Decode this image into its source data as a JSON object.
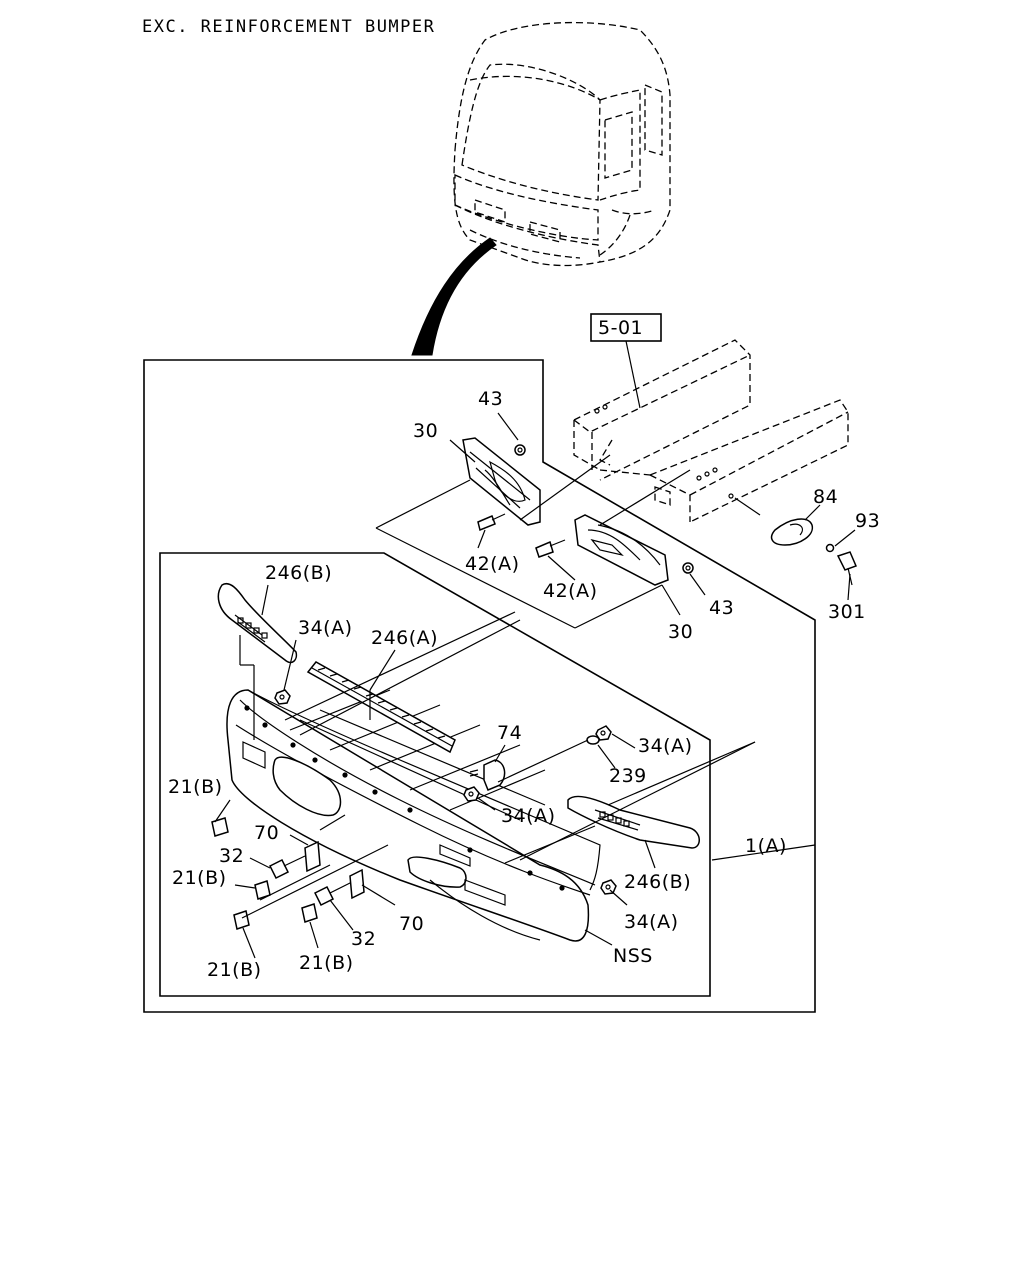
{
  "header": {
    "title": "EXC. REINFORCEMENT  BUMPER"
  },
  "ref_box": {
    "label": "5-01"
  },
  "callouts": {
    "c43_top": "43",
    "c30_left": "30",
    "c42a_left": "42(A)",
    "c42a_right": "42(A)",
    "c43_right": "43",
    "c30_right": "30",
    "c84": "84",
    "c93": "93",
    "c301": "301",
    "c246b_top": "246(B)",
    "c34a_top": "34(A)",
    "c246a": "246(A)",
    "c74": "74",
    "c34a_mid_right": "34(A)",
    "c239": "239",
    "c21b_1": "21(B)",
    "c34a_center": "34(A)",
    "c70_left": "70",
    "c32_left": "32",
    "c21b_2": "21(B)",
    "c1a": "1(A)",
    "c246b_right": "246(B)",
    "c34a_bottom": "34(A)",
    "c70_right": "70",
    "c32_right": "32",
    "c21b_3": "21(B)",
    "c21b_4": "21(B)",
    "nss": "NSS"
  }
}
